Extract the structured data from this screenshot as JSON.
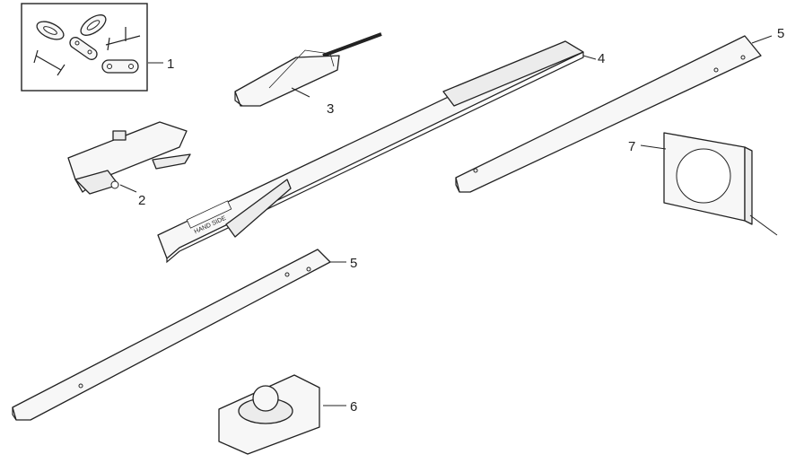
{
  "callouts": {
    "c1": "1",
    "c2": "2",
    "c3": "3",
    "c4": "4",
    "c5a": "5",
    "c5b": "5",
    "c6": "6",
    "c7": "7"
  },
  "rail_label": "HAND SIDE",
  "icons": [
    "chain-link-icon",
    "rail-section-icon",
    "trolley-icon",
    "sprocket-icon",
    "pulley-icon"
  ]
}
